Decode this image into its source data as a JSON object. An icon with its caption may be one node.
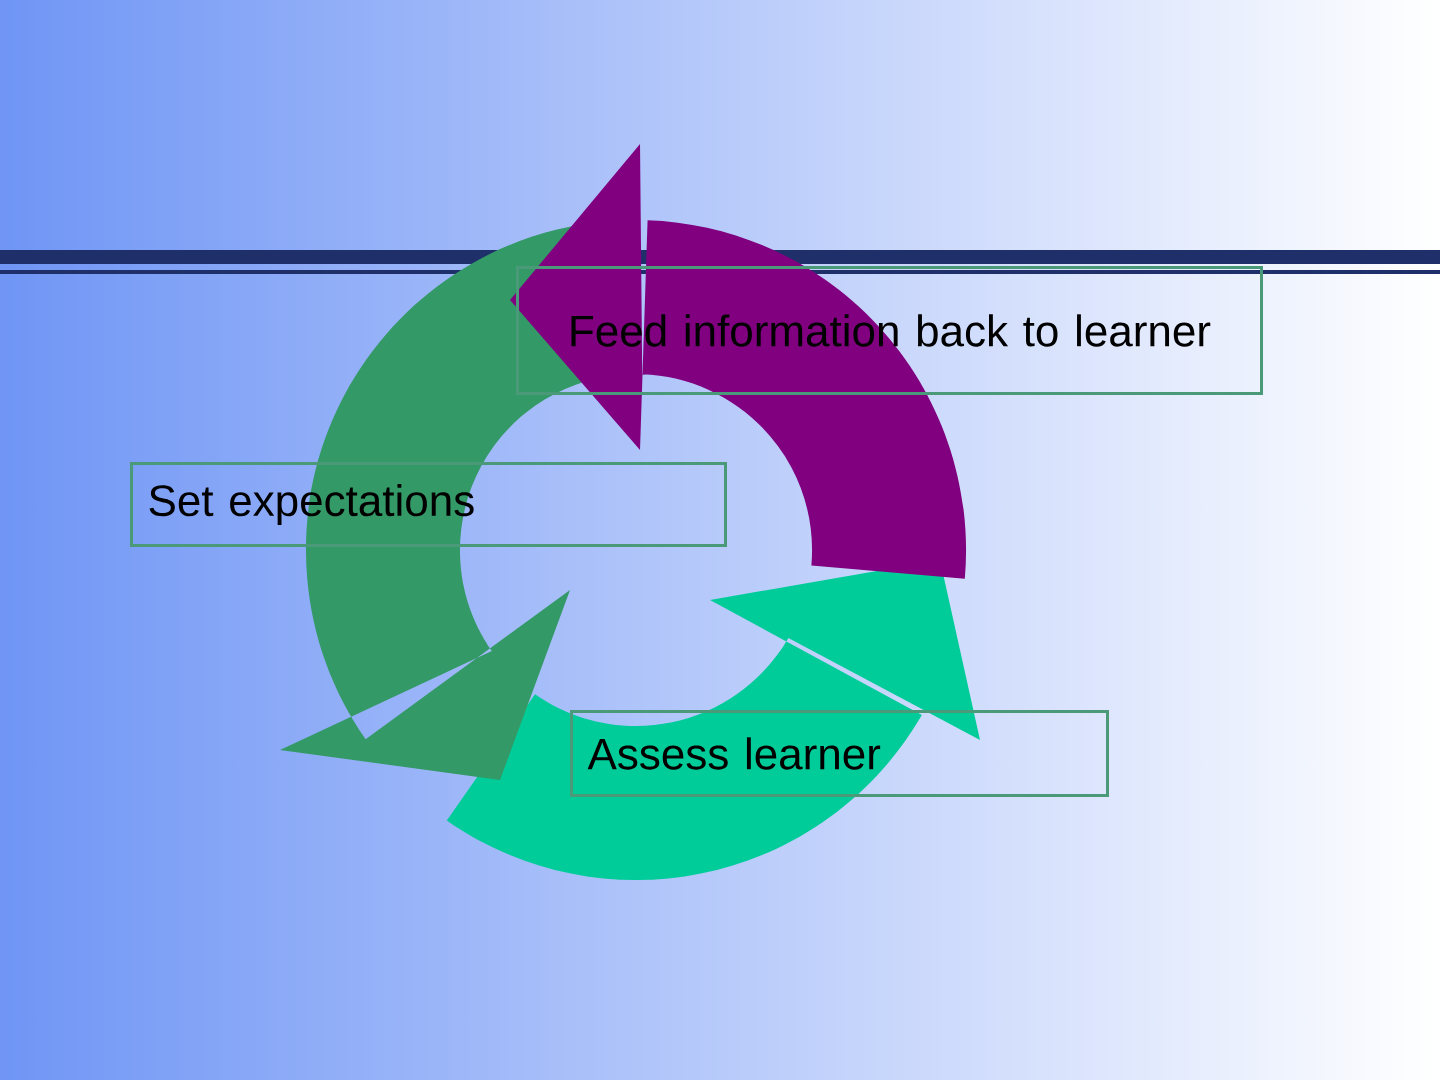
{
  "diagram": {
    "nodes": [
      {
        "text": [
          "Feed information back to learner"
        ]
      },
      {
        "text": [
          "Set expectations"
        ]
      },
      {
        "text": [
          "Assess learner"
        ]
      }
    ]
  }
}
